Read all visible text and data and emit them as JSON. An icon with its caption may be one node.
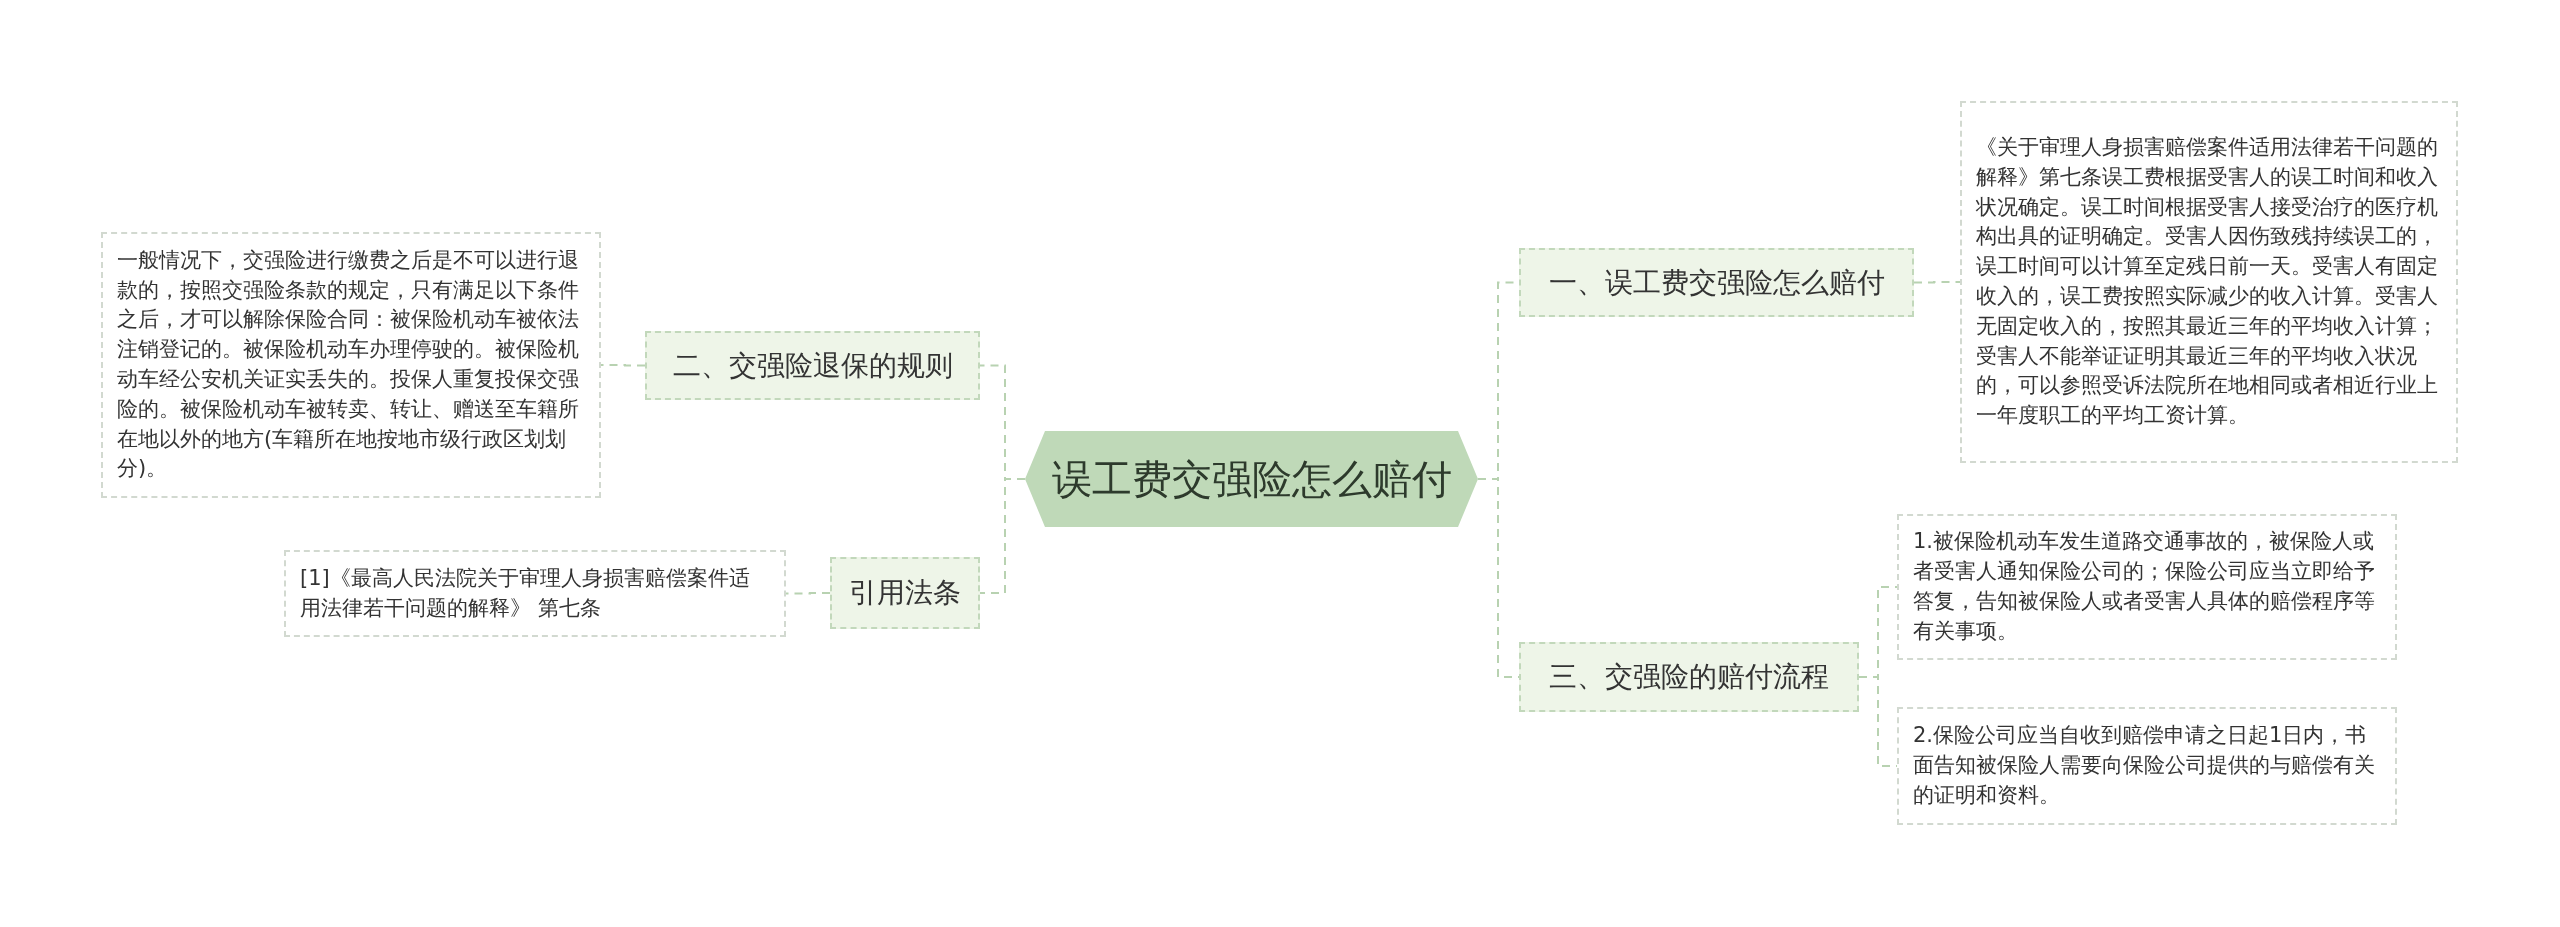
{
  "diagram": {
    "nodes": [
      {
        "text": [
          "误工费交强险怎么赔付"
        ]
      },
      {
        "text": [
          "一、误工费交强险怎么赔付"
        ]
      },
      {
        "text": [
          "《关于审理人身损害赔偿案件适用法律若干问题的解释》第七条误工费根据受害人的误工时间和收入状况确定。误工时间根据受害人接受治疗的医疗机构出具的证明确定。受害人因伤致残持续误工的，误工时间可以计算至定残日前一天。受害人有固定收入的，误工费按照实际减少的收入计算。受害人无固定收入的，按照其最近三年的平均收入计算；受害人不能举证证明其最近三年的平均收入状况的，可以参照受诉法院所在地相同或者相近行业上一年度职工的平均工资计算。"
        ]
      },
      {
        "text": [
          "三、交强险的赔付流程"
        ]
      },
      {
        "text": [
          "1.被保险机动车发生道路交通事故的，被保险人或者受害人通知保险公司的；保险公司应当立即给予答复，告知被保险人或者受害人具体的赔偿程序等有关事项。"
        ]
      },
      {
        "text": [
          "2.保险公司应当自收到赔偿申请之日起1日内，书面告知被保险人需要向保险公司提供的与赔偿有关的证明和资料。"
        ]
      },
      {
        "text": [
          "二、交强险退保的规则"
        ]
      },
      {
        "text": [
          "一般情况下，交强险进行缴费之后是不可以进行退款的，按照交强险条款的规定，只有满足以下条件之后，才可以解除保险合同：被保险机动车被依法注销登记的。被保险机动车办理停驶的。被保险机动车经公安机关证实丢失的。投保人重复投保交强险的。被保险机动车被转卖、转让、赠送至车籍所在地以外的地方(车籍所在地按地市级行政区划划分)。"
        ]
      },
      {
        "text": [
          "引用法条"
        ]
      },
      {
        "text": [
          "[1]《最高人民法院关于审理人身损害赔偿案件适用法律若干问题的解释》 第七条"
        ]
      }
    ],
    "edges": [
      {
        "from": 0,
        "to": 1,
        "arrow": "none"
      },
      {
        "from": 1,
        "to": 2,
        "arrow": "none"
      },
      {
        "from": 0,
        "to": 3,
        "arrow": "none"
      },
      {
        "from": 3,
        "to": 4,
        "arrow": "none"
      },
      {
        "from": 3,
        "to": 5,
        "arrow": "none"
      },
      {
        "from": 0,
        "to": 6,
        "arrow": "none"
      },
      {
        "from": 6,
        "to": 7,
        "arrow": "none"
      },
      {
        "from": 0,
        "to": 8,
        "arrow": "none"
      },
      {
        "from": 8,
        "to": 9,
        "arrow": "none"
      }
    ]
  }
}
